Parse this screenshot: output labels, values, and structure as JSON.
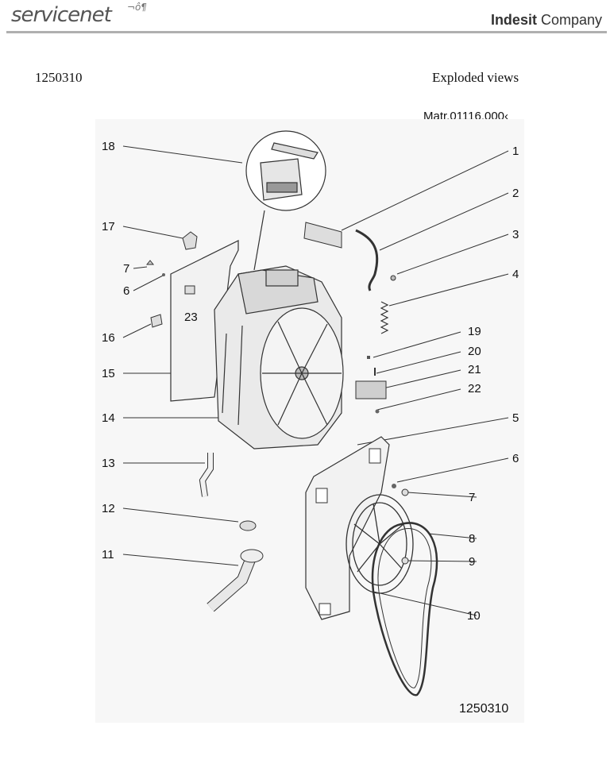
{
  "header": {
    "logo_text": "servicenet",
    "logo_sup": "¬ô¶",
    "brand_bold": "Indesit",
    "brand_rest": " Company"
  },
  "document": {
    "number": "1250310",
    "title": "Exploded views",
    "matr": "Matr.01116.000‹",
    "footer_code": "1250310"
  },
  "callouts": {
    "c1": "1",
    "c2": "2",
    "c3": "3",
    "c4": "4",
    "c5": "5",
    "c6a": "6",
    "c6b": "6",
    "c7a": "7",
    "c7b": "7",
    "c8": "8",
    "c9": "9",
    "c10": "10",
    "c11": "11",
    "c12": "12",
    "c13": "13",
    "c14": "14",
    "c15": "15",
    "c16": "16",
    "c17": "17",
    "c18": "18",
    "c19": "19",
    "c20": "20",
    "c21": "21",
    "c22": "22",
    "c23": "23"
  }
}
